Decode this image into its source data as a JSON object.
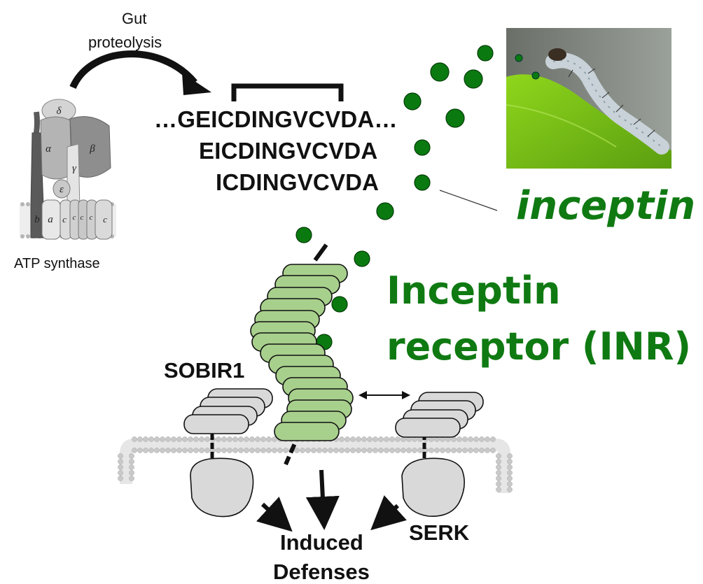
{
  "labels": {
    "gut_proteolysis_line1": "Gut",
    "gut_proteolysis_line2": "proteolysis",
    "atp_synthase": "ATP synthase",
    "sequence_full": "…GEICDINGVCVDA…",
    "sequence_2": "EICDINGVCVDA",
    "sequence_3": "ICDINGVCVDA",
    "inceptin": "inceptin",
    "receptor_line1": "Inceptin",
    "receptor_line2": "receptor (INR)",
    "sobir1": "SOBIR1",
    "serk": "SERK",
    "induced_line1": "Induced",
    "induced_line2": "Defenses"
  },
  "atp_subunits": {
    "delta": "δ",
    "alpha": "α",
    "beta": "β",
    "epsilon": "ε",
    "gamma": "γ",
    "b": "b",
    "a": "a",
    "c1": "c",
    "c2": "c",
    "c3": "c",
    "c4": "c",
    "c5": "c"
  },
  "colors": {
    "peptide_dot": "#0a7a10",
    "receptor_fill": "#a8d08d",
    "coreceptor_fill": "#d9d9d9",
    "label_green": "#0f7a12"
  }
}
